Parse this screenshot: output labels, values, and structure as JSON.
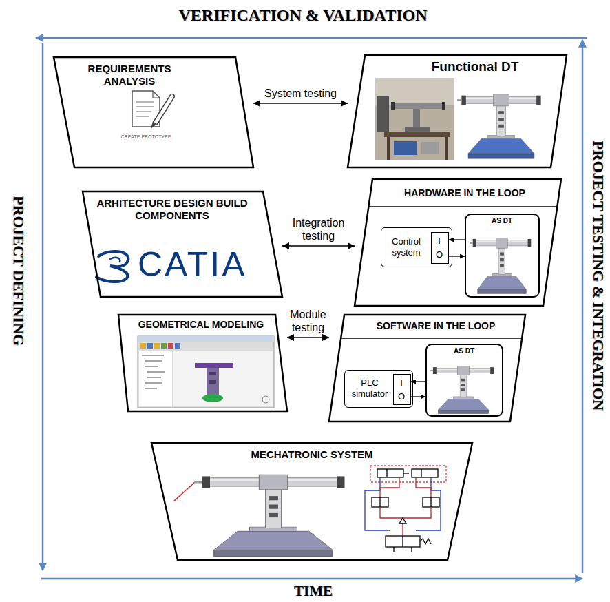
{
  "diagram": {
    "nodes": [
      {
        "text": [
          "REQUIREMENTS ANALYSIS",
          "CREATE PROTOTYPE"
        ]
      },
      {
        "text": [
          "Functional DT"
        ]
      },
      {
        "text": [
          "ARHITECTURE DESIGN BUILD COMPONENTS",
          "CATIA"
        ]
      },
      {
        "text": [
          "HARDWARE IN THE LOOP"
        ]
      },
      {
        "text": [
          "Control system"
        ],
        "in": 3
      },
      {
        "text": [
          "I",
          "O"
        ],
        "in": 4
      },
      {
        "text": [
          "AS DT"
        ],
        "in": 3
      },
      {
        "text": [
          "GEOMETRICAL MODELING"
        ]
      },
      {
        "text": [
          "SOFTWARE IN THE LOOP"
        ]
      },
      {
        "text": [
          "PLC simulator"
        ],
        "in": 8
      },
      {
        "text": [
          "I",
          "O"
        ],
        "in": 9
      },
      {
        "text": [
          "AS DT"
        ],
        "in": 8
      },
      {
        "text": [
          "MECHATRONIC SYSTEM"
        ]
      }
    ],
    "edges": [
      {
        "from": 0,
        "to": 1,
        "label": "System testing",
        "arrow": "both"
      },
      {
        "from": 2,
        "to": 3,
        "label": "Integration testing",
        "arrow": "both"
      },
      {
        "from": 7,
        "to": 8,
        "label": "Module testing",
        "arrow": "both"
      },
      {
        "from": 6,
        "to": 5,
        "arrow": "to"
      },
      {
        "from": 5,
        "to": 6,
        "arrow": "to"
      },
      {
        "from": 11,
        "to": 10,
        "arrow": "to"
      },
      {
        "from": 10,
        "to": 11,
        "arrow": "to"
      }
    ],
    "labels": [
      "VERIFICATION & VALIDATION",
      "PROJECT DEFINING",
      "PROJECT TESTING & INTEGRATION",
      "TIME"
    ]
  }
}
